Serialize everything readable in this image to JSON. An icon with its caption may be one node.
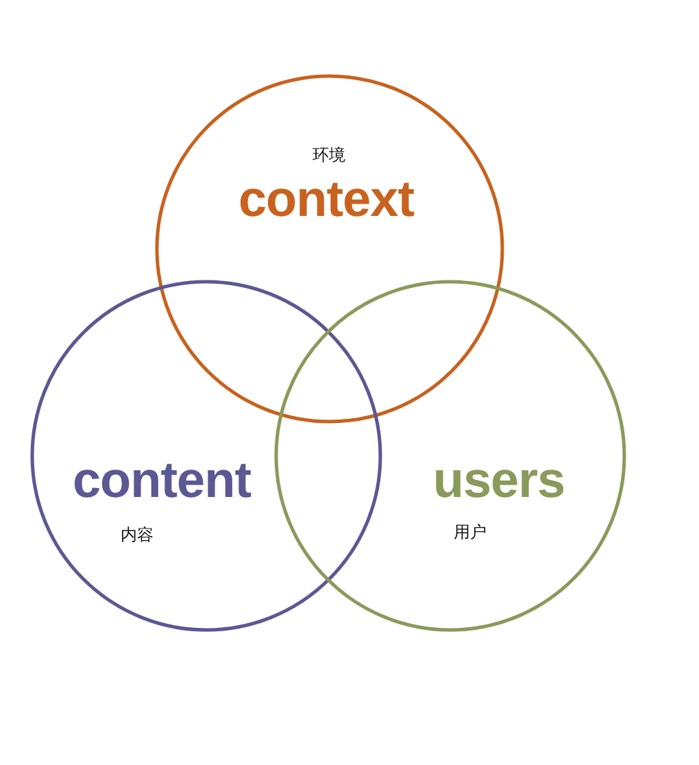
{
  "diagram": {
    "nodes": [
      {
        "text": [
          "环境",
          "context"
        ]
      },
      {
        "text": [
          "content",
          "内容"
        ]
      },
      {
        "text": [
          "users",
          "用户"
        ]
      }
    ]
  }
}
